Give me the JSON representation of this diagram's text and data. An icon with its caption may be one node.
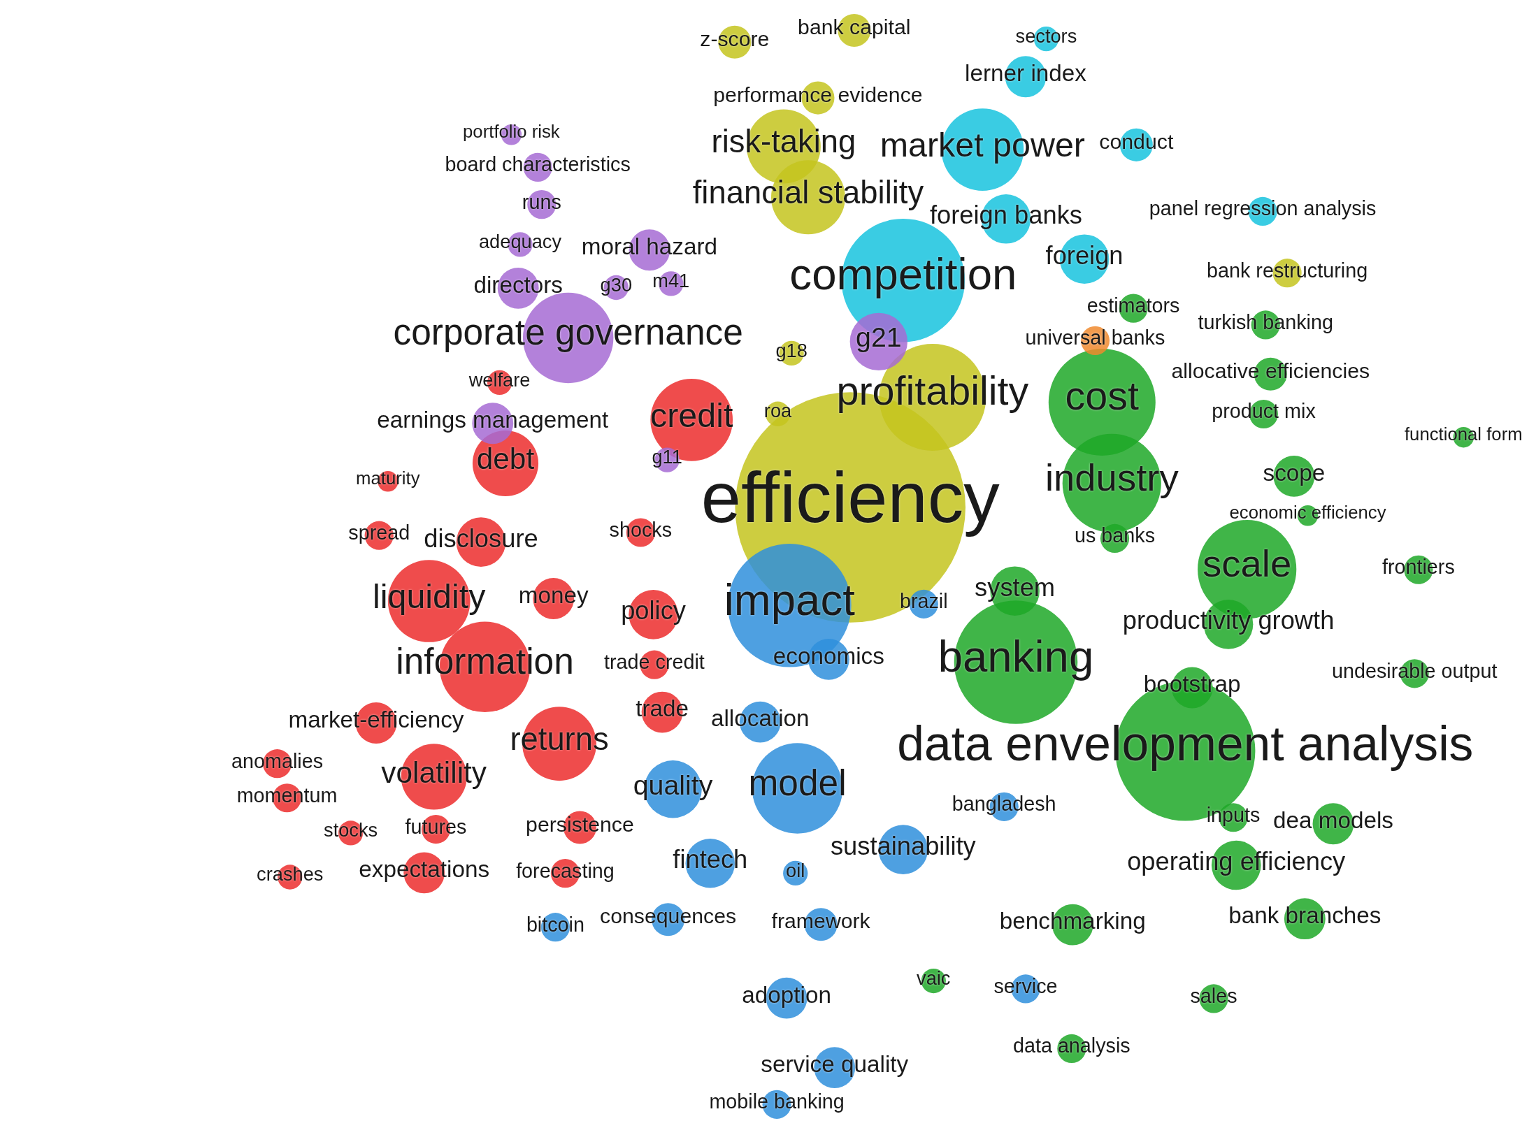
{
  "diagram": {
    "nodes": [
      {
        "text": [
          "z-score"
        ]
      },
      {
        "text": [
          "bank capital"
        ]
      },
      {
        "text": [
          "sectors"
        ]
      },
      {
        "text": [
          "lerner index"
        ]
      },
      {
        "text": [
          "performance evidence"
        ]
      },
      {
        "text": [
          "portfolio risk"
        ]
      },
      {
        "text": [
          "risk-taking"
        ]
      },
      {
        "text": [
          "market power"
        ]
      },
      {
        "text": [
          "conduct"
        ]
      },
      {
        "text": [
          "board characteristics"
        ]
      },
      {
        "text": [
          "financial stability"
        ]
      },
      {
        "text": [
          "runs"
        ]
      },
      {
        "text": [
          "foreign banks"
        ]
      },
      {
        "text": [
          "panel regression analysis"
        ]
      },
      {
        "text": [
          "adequacy"
        ]
      },
      {
        "text": [
          "moral hazard"
        ]
      },
      {
        "text": [
          "foreign"
        ]
      },
      {
        "text": [
          "bank restructuring"
        ]
      },
      {
        "text": [
          "directors"
        ]
      },
      {
        "text": [
          "g30"
        ]
      },
      {
        "text": [
          "m41"
        ]
      },
      {
        "text": [
          "competition"
        ]
      },
      {
        "text": [
          "estimators"
        ]
      },
      {
        "text": [
          "turkish banking"
        ]
      },
      {
        "text": [
          "corporate governance"
        ]
      },
      {
        "text": [
          "g21"
        ]
      },
      {
        "text": [
          "universal banks"
        ]
      },
      {
        "text": [
          "g18"
        ]
      },
      {
        "text": [
          "allocative efficiencies"
        ]
      },
      {
        "text": [
          "welfare"
        ]
      },
      {
        "text": [
          "profitability"
        ]
      },
      {
        "text": [
          "cost"
        ]
      },
      {
        "text": [
          "roa"
        ]
      },
      {
        "text": [
          "product mix"
        ]
      },
      {
        "text": [
          "earnings management"
        ]
      },
      {
        "text": [
          "credit"
        ]
      },
      {
        "text": [
          "functional form"
        ]
      },
      {
        "text": [
          "debt"
        ]
      },
      {
        "text": [
          "g11"
        ]
      },
      {
        "text": [
          "efficiency"
        ]
      },
      {
        "text": [
          "industry"
        ]
      },
      {
        "text": [
          "scope"
        ]
      },
      {
        "text": [
          "maturity"
        ]
      },
      {
        "text": [
          "economic efficiency"
        ]
      },
      {
        "text": [
          "spread"
        ]
      },
      {
        "text": [
          "disclosure"
        ]
      },
      {
        "text": [
          "shocks"
        ]
      },
      {
        "text": [
          "us banks"
        ]
      },
      {
        "text": [
          "scale"
        ]
      },
      {
        "text": [
          "frontiers"
        ]
      },
      {
        "text": [
          "liquidity"
        ]
      },
      {
        "text": [
          "money"
        ]
      },
      {
        "text": [
          "policy"
        ]
      },
      {
        "text": [
          "impact"
        ]
      },
      {
        "text": [
          "brazil"
        ]
      },
      {
        "text": [
          "system"
        ]
      },
      {
        "text": [
          "productivity growth"
        ]
      },
      {
        "text": [
          "information"
        ]
      },
      {
        "text": [
          "trade credit"
        ]
      },
      {
        "text": [
          "economics"
        ]
      },
      {
        "text": [
          "banking"
        ]
      },
      {
        "text": [
          "undesirable output"
        ]
      },
      {
        "text": [
          "bootstrap"
        ]
      },
      {
        "text": [
          "market-efficiency"
        ]
      },
      {
        "text": [
          "trade"
        ]
      },
      {
        "text": [
          "allocation"
        ]
      },
      {
        "text": [
          "returns"
        ]
      },
      {
        "text": [
          "data envelopment analysis"
        ]
      },
      {
        "text": [
          "anomalies"
        ]
      },
      {
        "text": [
          "volatility"
        ]
      },
      {
        "text": [
          "quality"
        ]
      },
      {
        "text": [
          "model"
        ]
      },
      {
        "text": [
          "momentum"
        ]
      },
      {
        "text": [
          "bangladesh"
        ]
      },
      {
        "text": [
          "inputs"
        ]
      },
      {
        "text": [
          "dea models"
        ]
      },
      {
        "text": [
          "stocks"
        ]
      },
      {
        "text": [
          "futures"
        ]
      },
      {
        "text": [
          "persistence"
        ]
      },
      {
        "text": [
          "sustainability"
        ]
      },
      {
        "text": [
          "fintech"
        ]
      },
      {
        "text": [
          "oil"
        ]
      },
      {
        "text": [
          "operating efficiency"
        ]
      },
      {
        "text": [
          "crashes"
        ]
      },
      {
        "text": [
          "expectations"
        ]
      },
      {
        "text": [
          "forecasting"
        ]
      },
      {
        "text": [
          "bitcoin"
        ]
      },
      {
        "text": [
          "consequences"
        ]
      },
      {
        "text": [
          "framework"
        ]
      },
      {
        "text": [
          "benchmarking"
        ]
      },
      {
        "text": [
          "bank branches"
        ]
      },
      {
        "text": [
          "vaic"
        ]
      },
      {
        "text": [
          "service"
        ]
      },
      {
        "text": [
          "sales"
        ]
      },
      {
        "text": [
          "adoption"
        ]
      },
      {
        "text": [
          "data analysis"
        ]
      },
      {
        "text": [
          "service quality"
        ]
      },
      {
        "text": [
          "mobile banking"
        ]
      }
    ]
  }
}
